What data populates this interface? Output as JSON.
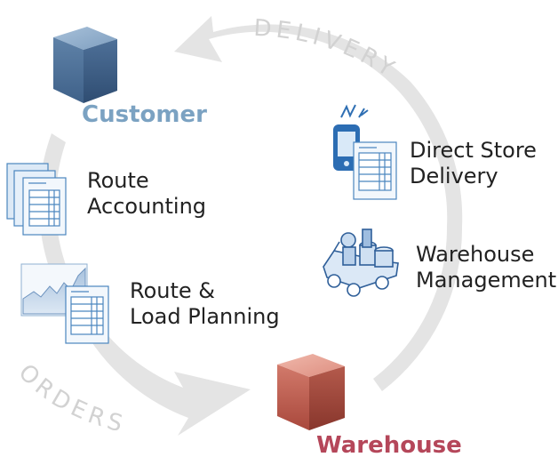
{
  "arc_words": {
    "top": "DELIVERY",
    "bottom": "ORDERS"
  },
  "hubs": {
    "customer": {
      "label": "Customer",
      "color": "#7ba2c2"
    },
    "warehouse": {
      "label": "Warehouse",
      "color": "#b5475a"
    }
  },
  "modules": {
    "route_accounting": {
      "line1": "Route",
      "line2": "Accounting"
    },
    "route_load_planning": {
      "line1": "Route &",
      "line2": "Load Planning"
    },
    "direct_store_delivery": {
      "line1": "Direct Store",
      "line2": "Delivery"
    },
    "warehouse_management": {
      "line1": "Warehouse",
      "line2": "Management"
    }
  },
  "colors": {
    "arrow": "#e4e4e4",
    "cube_blue": "#6d8fb3",
    "cube_red": "#c36b5f",
    "doc_line": "#4b86bf",
    "doc_fill": "#e6f0fa"
  }
}
